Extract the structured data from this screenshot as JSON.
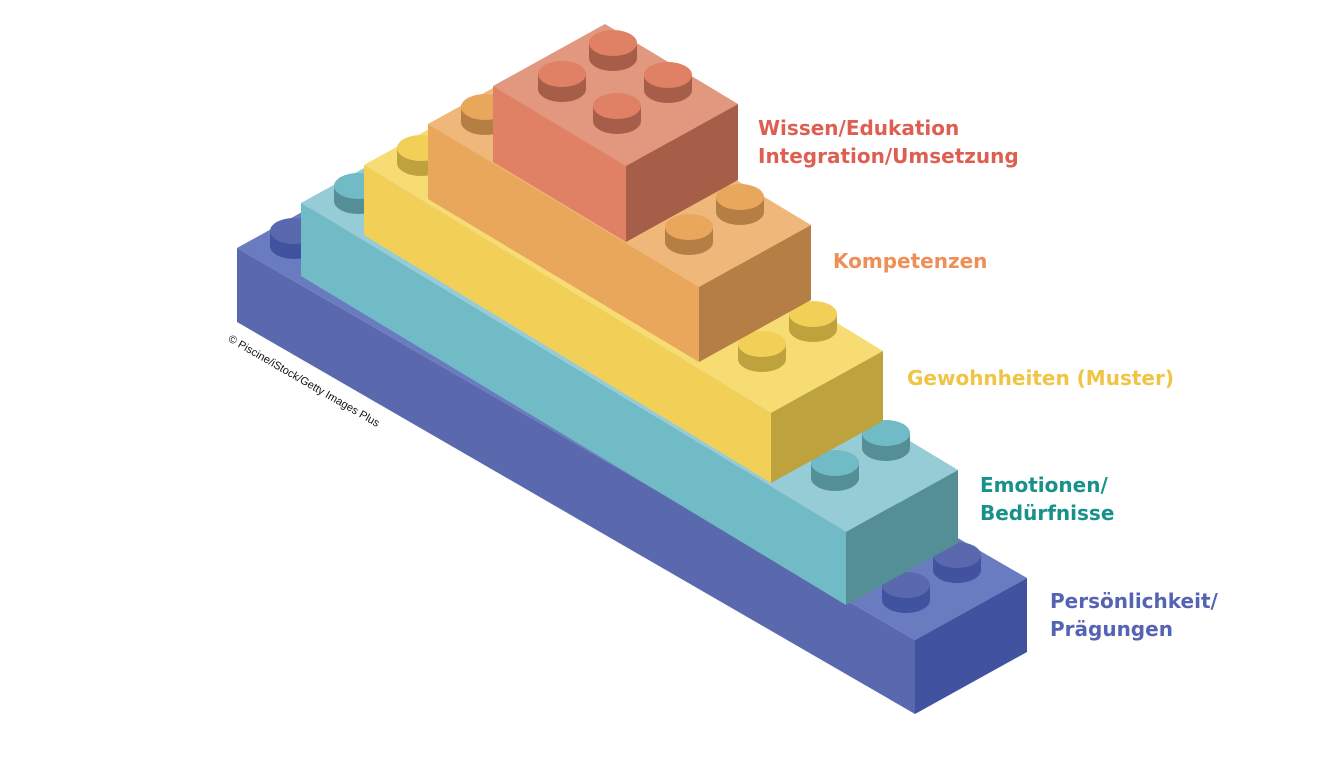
{
  "layers": [
    {
      "name": "personality",
      "lines": [
        "Persönlichkeit/",
        "Prägungen"
      ],
      "color": "#5563b4",
      "brick": {
        "top": "#6a7cc0",
        "left": "#5a69ae",
        "right": "#4052a0"
      }
    },
    {
      "name": "emotions",
      "lines": [
        "Emotionen/",
        "Bedürfnisse"
      ],
      "color": "#19918b",
      "brick": {
        "top": "#96ccd6",
        "left": "#70bbc5",
        "right": "#558f96"
      }
    },
    {
      "name": "habits",
      "lines": [
        "Gewohnheiten (Muster)"
      ],
      "color": "#f0c445",
      "brick": {
        "top": "#f6dc72",
        "left": "#f2d058",
        "right": "#bda23e"
      }
    },
    {
      "name": "competencies",
      "lines": [
        "Kompetenzen"
      ],
      "color": "#ef8f58",
      "brick": {
        "top": "#efb87a",
        "left": "#e9a75c",
        "right": "#b47e44"
      }
    },
    {
      "name": "knowledge",
      "lines": [
        "Wissen/Edukation",
        "Integration/Umsetzung"
      ],
      "color": "#de5f52",
      "brick": {
        "top": "#e2977f",
        "left": "#e08064",
        "right": "#a65e48"
      }
    }
  ],
  "credit": "© Piscine/iStock/Getty Images Plus"
}
